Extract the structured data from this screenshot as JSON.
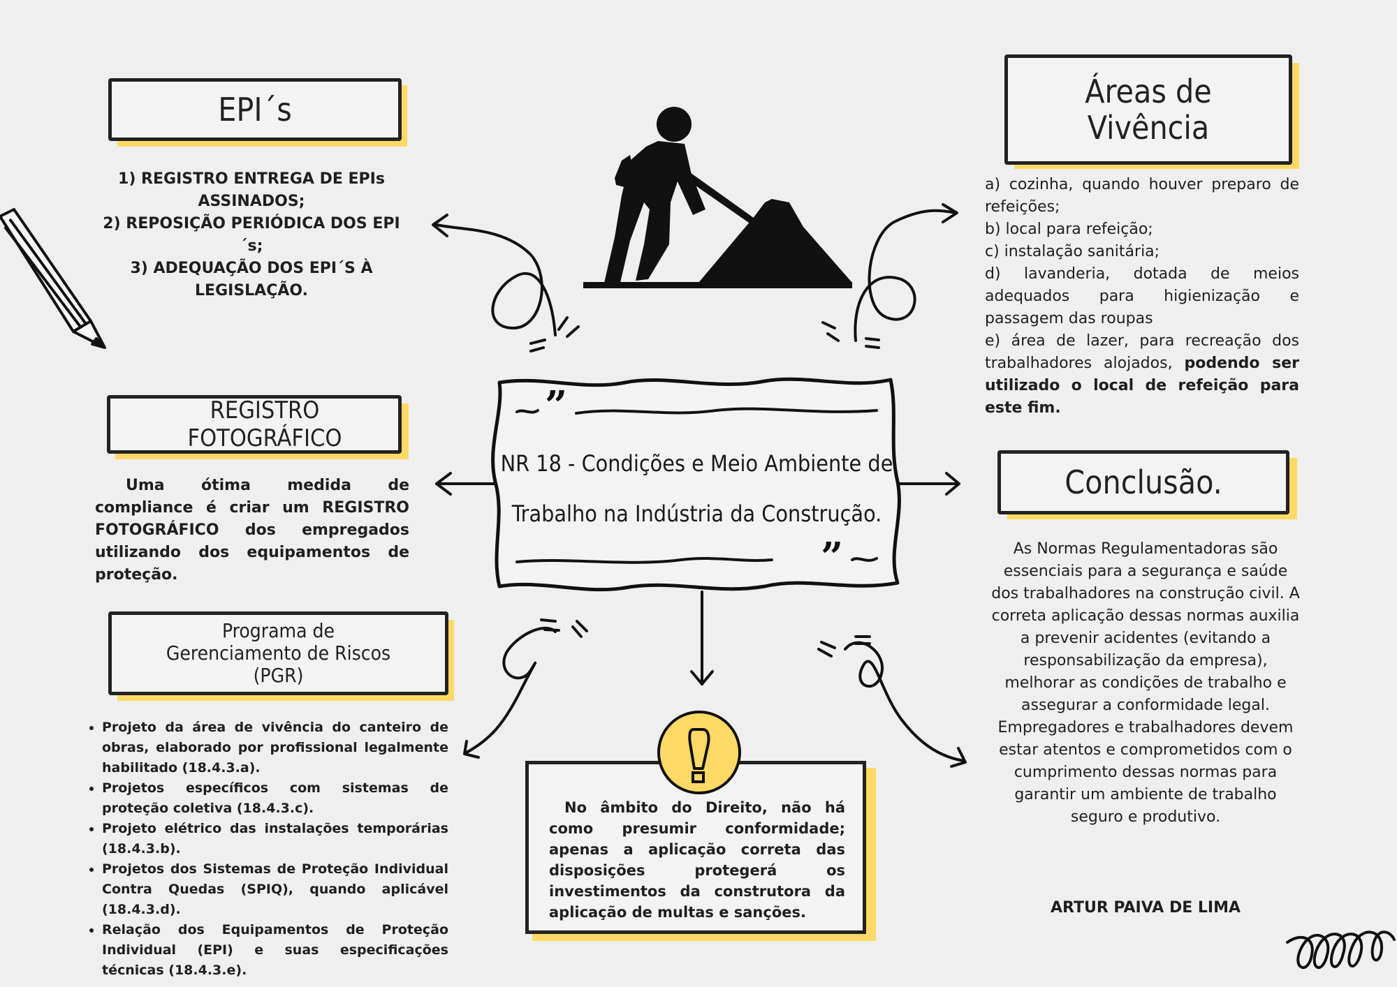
{
  "center": {
    "title_line1": "NR 18 - Condições e Meio Ambiente de",
    "title_line2": "Trabalho na Indústria da Construção."
  },
  "epis": {
    "heading": "EPI´s",
    "items": [
      "1) REGISTRO ENTREGA DE EPIs ASSINADOS;",
      "2) REPOSIÇÃO PERIÓDICA DOS EPI ´s;",
      "3) ADEQUAÇÃO DOS EPI´S À LEGISLAÇÃO."
    ]
  },
  "registro": {
    "heading": "REGISTRO FOTOGRÁFICO",
    "text": "Uma ótima medida de compliance é criar um REGISTRO FOTOGRÁFICO dos empregados utilizando dos equipamentos de proteção."
  },
  "pgr": {
    "heading_line1": "Programa de",
    "heading_line2": "Gerenciamento de Riscos",
    "heading_line3": "(PGR)",
    "items": [
      "Projeto da área de vivência do canteiro de obras, elaborado por profissional legalmente habilitado (18.4.3.a).",
      "Projetos específicos com sistemas de proteção coletiva (18.4.3.c).",
      "Projeto elétrico das instalações temporárias (18.4.3.b).",
      "Projetos dos Sistemas de Proteção Individual Contra Quedas (SPIQ), quando aplicável (18.4.3.d).",
      "Relação dos Equipamentos de Proteção Individual (EPI) e suas especificações técnicas (18.4.3.e)."
    ]
  },
  "areas": {
    "heading_line1": "Áreas de",
    "heading_line2": "Vivência",
    "items": [
      "a) cozinha, quando houver preparo de refeições;",
      "b) local para refeição;",
      "c) instalação sanitária;",
      "d) lavanderia, dotada de meios adequados para higienização e passagem das roupas"
    ],
    "item_e": "e) área de lazer, para recreação dos trabalhadores alojados,",
    "item_e_bold": "podendo ser utilizado o local de refeição para este fim."
  },
  "conclusao": {
    "heading": "Conclusão.",
    "text": "As Normas Regulamentadoras são essenciais para a segurança e saúde dos trabalhadores na construção civil. A correta aplicação dessas normas auxilia a prevenir acidentes (evitando a responsabilização da empresa), melhorar as condições de trabalho e assegurar a conformidade legal. Empregadores e trabalhadores devem estar atentos e comprometidos com o cumprimento dessas normas para garantir um ambiente de trabalho seguro e produtivo.",
    "author": "ARTUR PAIVA DE LIMA"
  },
  "direito": {
    "text": "No âmbito do Direito, não há como presumir conformidade; apenas a aplicação correta das disposições protegerá os investimentos da construtora da aplicação de multas e sanções."
  },
  "icons": [
    "pencil-icon",
    "worker-shovel-icon",
    "exclamation-icon",
    "swirl-icon"
  ],
  "colors": {
    "background": "#efefef",
    "accent": "#ffd966",
    "ink": "#222222"
  }
}
